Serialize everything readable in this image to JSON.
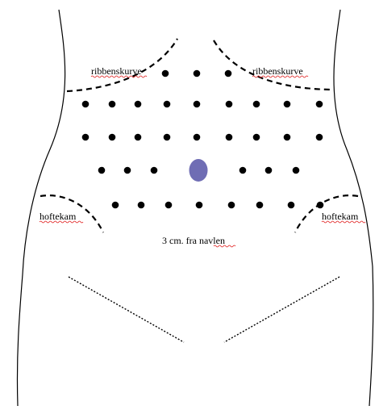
{
  "labels": {
    "rib_left": "ribbenskurve",
    "rib_right": "ribbenskurve",
    "hip_left": "hoftekam",
    "hip_right": "hoftekam",
    "navel_note": "3 cm. fra navlen"
  },
  "colors": {
    "dot": "#000000",
    "navel": "#6f6db4",
    "outline": "#000000",
    "spellcheck_underline": "#e02020"
  },
  "injection_rows": [
    {
      "name": "row-1",
      "count": 3
    },
    {
      "name": "row-2",
      "count": 9
    },
    {
      "name": "row-3",
      "count": 9
    },
    {
      "name": "row-4",
      "count": 6
    },
    {
      "name": "row-5",
      "count": 8
    }
  ]
}
